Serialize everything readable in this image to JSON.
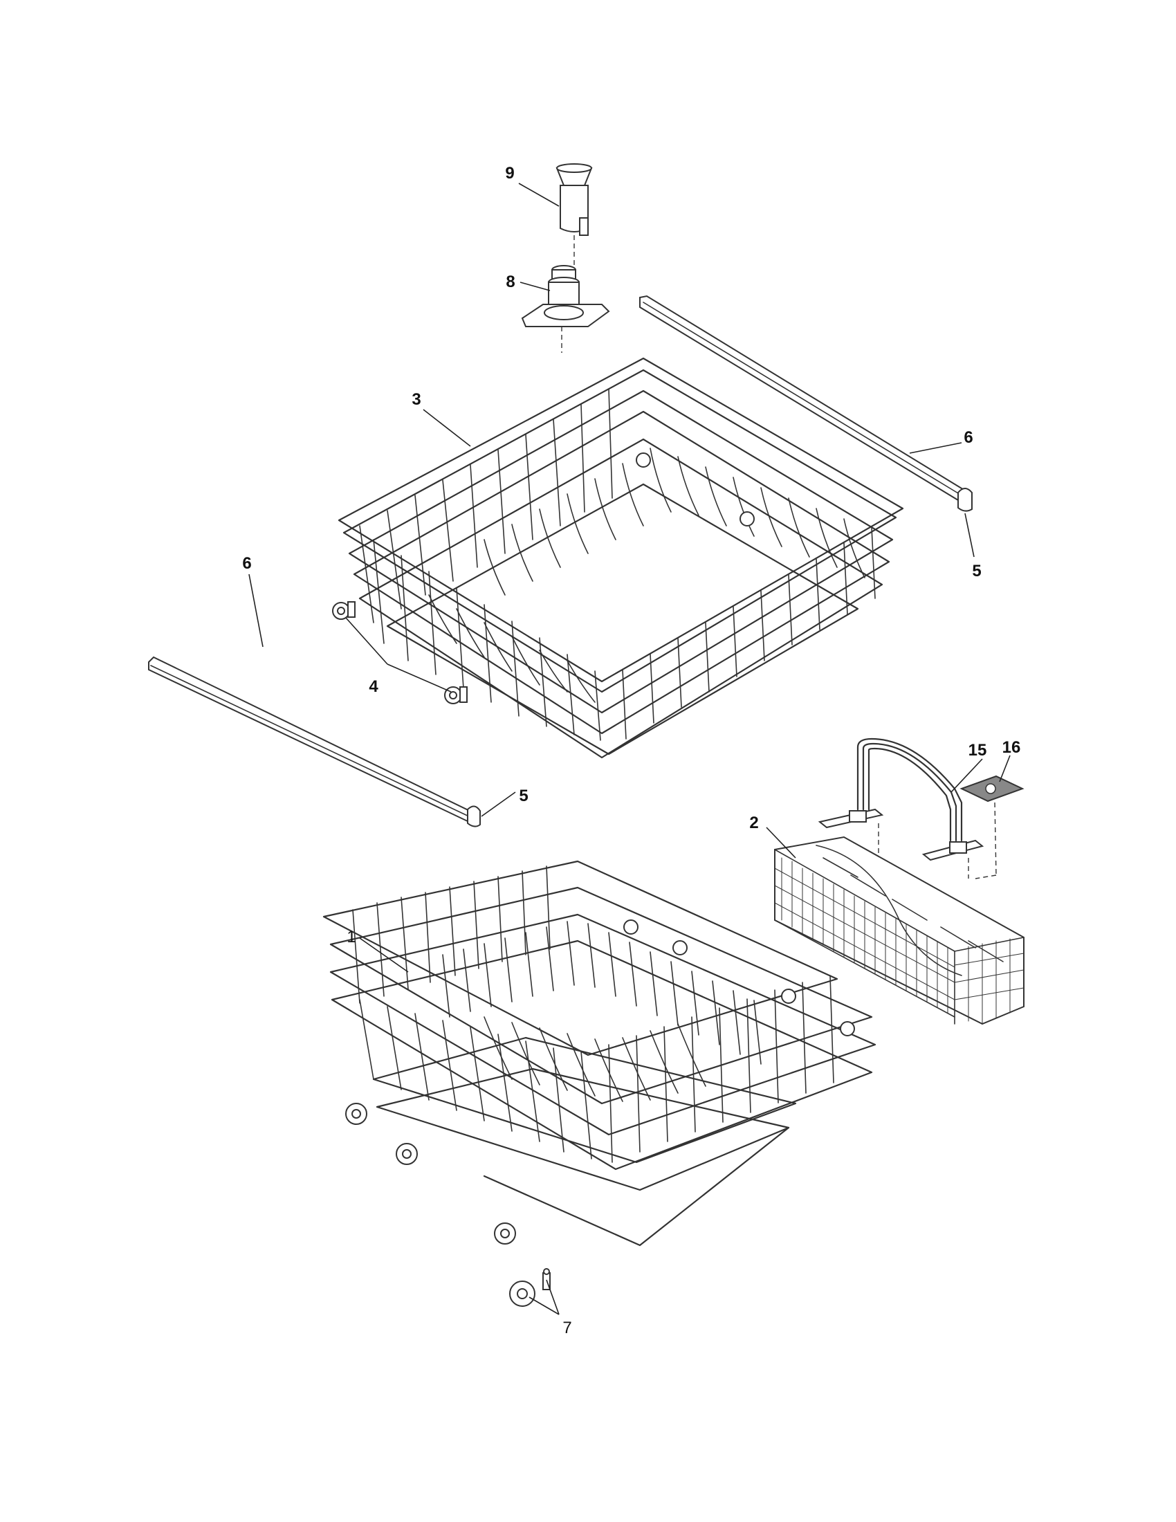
{
  "diagram": {
    "callouts": [
      {
        "id": "9",
        "label": "9"
      },
      {
        "id": "8",
        "label": "8"
      },
      {
        "id": "3",
        "label": "3"
      },
      {
        "id": "6a",
        "label": "6"
      },
      {
        "id": "5a",
        "label": "5"
      },
      {
        "id": "6b",
        "label": "6"
      },
      {
        "id": "4",
        "label": "4"
      },
      {
        "id": "5b",
        "label": "5"
      },
      {
        "id": "15",
        "label": "15"
      },
      {
        "id": "16",
        "label": "16"
      },
      {
        "id": "2",
        "label": "2"
      },
      {
        "id": "1",
        "label": "1"
      },
      {
        "id": "7",
        "label": "7"
      }
    ]
  }
}
